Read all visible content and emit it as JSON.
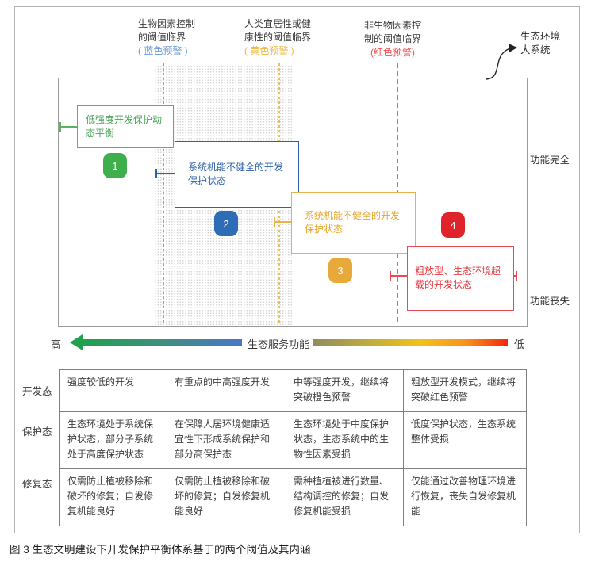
{
  "caption": "图 3 生态文明建设下开发保护平衡体系基于的两个阈值及其内涵",
  "colors": {
    "state_green": "#3fae4c",
    "state_blue": "#2e6cb5",
    "state_amber": "#e8a93a",
    "state_red": "#e0222b",
    "warning_blue": "#6b9bd2",
    "warning_yellow": "#f0b637",
    "warning_red": "#ee5151"
  },
  "threshold_labels": [
    {
      "line1": "生物因素控制",
      "line2": "的阈值临界",
      "warning": "( 蓝色预警 )"
    },
    {
      "line1": "人类宜居性或健",
      "line2": "康性的阈值临界",
      "warning": "( 黄色预警 )"
    },
    {
      "line1": "非生物因素控",
      "line2": "制的阈值临界",
      "warning": "(红色预警)"
    }
  ],
  "ecosystem_label": {
    "line1": "生态环境",
    "line2": "大系统"
  },
  "function_labels": {
    "top": "功能完全",
    "bottom": "功能丧失"
  },
  "state_boxes": [
    {
      "num": "1",
      "label": "低强度开发保护动态平衡"
    },
    {
      "num": "2",
      "label": "系统机能不健全的开发保护状态"
    },
    {
      "num": "3",
      "label": "系统机能不健全的开发保护状态"
    },
    {
      "num": "4",
      "label": "粗放型、生态环境超载的开发状态"
    }
  ],
  "service_axis": {
    "high": "高",
    "label": "生态服务功能",
    "low": "低"
  },
  "table": {
    "row_labels": [
      "开发态",
      "保护态",
      "修复态"
    ],
    "rows": [
      [
        "强度较低的开发",
        "有重点的中高强度开发",
        "中等强度开发，继续将突破橙色预警",
        "粗放型开发模式，继续将突破红色预警"
      ],
      [
        "生态环境处于系统保护状态，部分子系统处于高度保护状态",
        "在保障人居环境健康适宜性下形成系统保护和部分高保护态",
        "生态环境处于中度保护状态，生态系统中的生物性因素受损",
        "低度保护状态，生态系统整体受损"
      ],
      [
        "仅需防止植被移除和破坏的修复；自发修复机能良好",
        "仅需防止植被移除和破坏的修复；自发修复机能良好",
        "需种植植被进行数量、结构调控的修复；自发修复机能受损",
        "仅能通过改善物理环境进行恢复，丧失自发修复机能"
      ]
    ]
  }
}
